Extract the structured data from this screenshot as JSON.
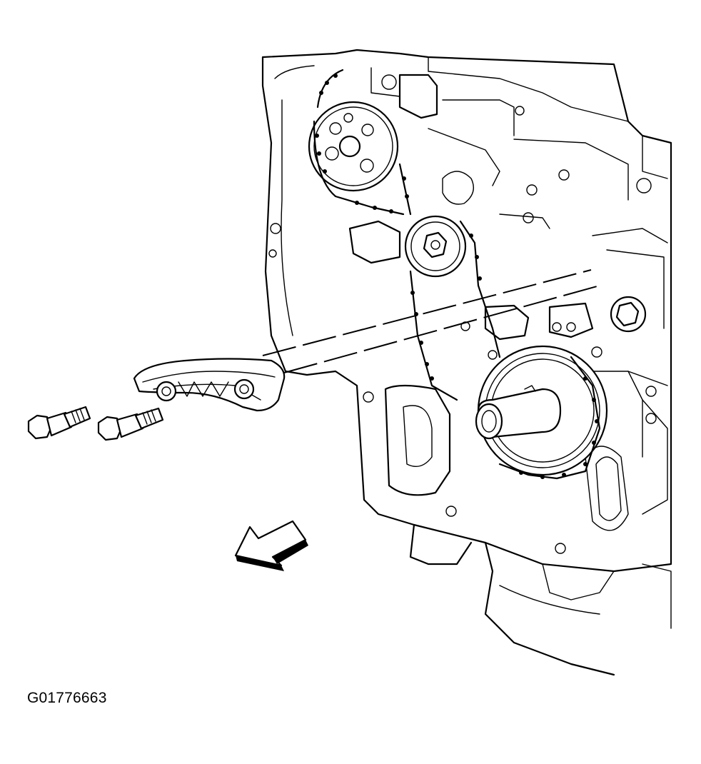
{
  "figure": {
    "id_label": "G01776663",
    "parts": [
      "engine-front-cover",
      "timing-chain",
      "camshaft-sprocket-upper",
      "camshaft-sprocket-lower",
      "crankshaft-sprocket",
      "chain-guide",
      "guide-bolt",
      "guide-bolt",
      "direction-arrow"
    ]
  }
}
